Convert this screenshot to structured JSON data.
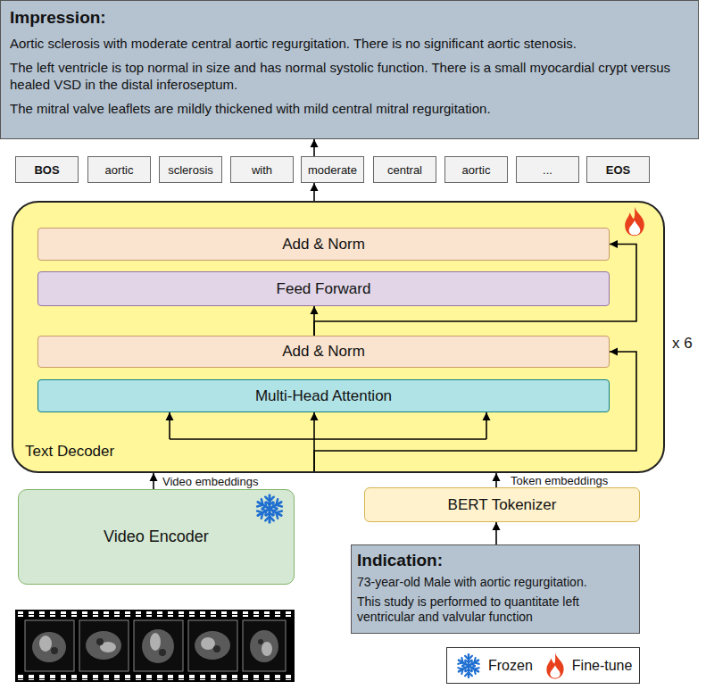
{
  "diagram": {
    "nodes": [
      {
        "text": [
          "Impression:",
          "Aortic sclerosis with moderate central aortic regurgitation. There is no significant aortic stenosis.",
          "The left ventricle is top normal in size and has normal systolic function. There is a small myocardial crypt versus healed VSD in the distal inferoseptum.",
          "The mitral valve leaflets are mildly thickened with mild central mitral regurgitation."
        ]
      },
      {
        "text": [
          "BOS"
        ]
      },
      {
        "text": [
          "aortic"
        ]
      },
      {
        "text": [
          "sclerosis"
        ]
      },
      {
        "text": [
          "with"
        ]
      },
      {
        "text": [
          "moderate"
        ]
      },
      {
        "text": [
          "central"
        ]
      },
      {
        "text": [
          "aortic"
        ]
      },
      {
        "text": [
          "..."
        ]
      },
      {
        "text": [
          "EOS"
        ]
      },
      {
        "text": [
          "Text Decoder"
        ]
      },
      {
        "text": [
          "Add & Norm"
        ],
        "in": 10
      },
      {
        "text": [
          "Feed Forward"
        ],
        "in": 10
      },
      {
        "text": [
          "Add & Norm"
        ],
        "in": 10
      },
      {
        "text": [
          "Multi-Head Attention"
        ],
        "in": 10
      },
      {
        "text": [
          "Video Encoder"
        ]
      },
      {
        "text": [
          "BERT Tokenizer"
        ]
      },
      {
        "text": [
          "Indication:",
          "73-year-old Male with aortic regurgitation.",
          "This study is performed to quantitate left ventricular and valvular function"
        ]
      }
    ],
    "edges": [
      {
        "from": 15,
        "to": 10,
        "arrow": "to",
        "label": "Video embeddings"
      },
      {
        "from": 16,
        "to": 10,
        "arrow": "to",
        "label": "Token embeddings"
      },
      {
        "from": 17,
        "to": 16,
        "arrow": "to"
      },
      {
        "from": 10,
        "to": 14,
        "arrow": "to"
      },
      {
        "from": 10,
        "to": 13,
        "arrow": "to"
      },
      {
        "from": 13,
        "to": 12,
        "arrow": "to"
      },
      {
        "from": 13,
        "to": 11,
        "arrow": "to"
      },
      {
        "from": 10,
        "to": 5,
        "arrow": "to"
      },
      {
        "from": 5,
        "to": 0,
        "arrow": "to"
      }
    ],
    "labels": [
      "x 6"
    ],
    "legend": [
      {
        "text": "Frozen"
      },
      {
        "text": "Fine-tune"
      }
    ]
  }
}
